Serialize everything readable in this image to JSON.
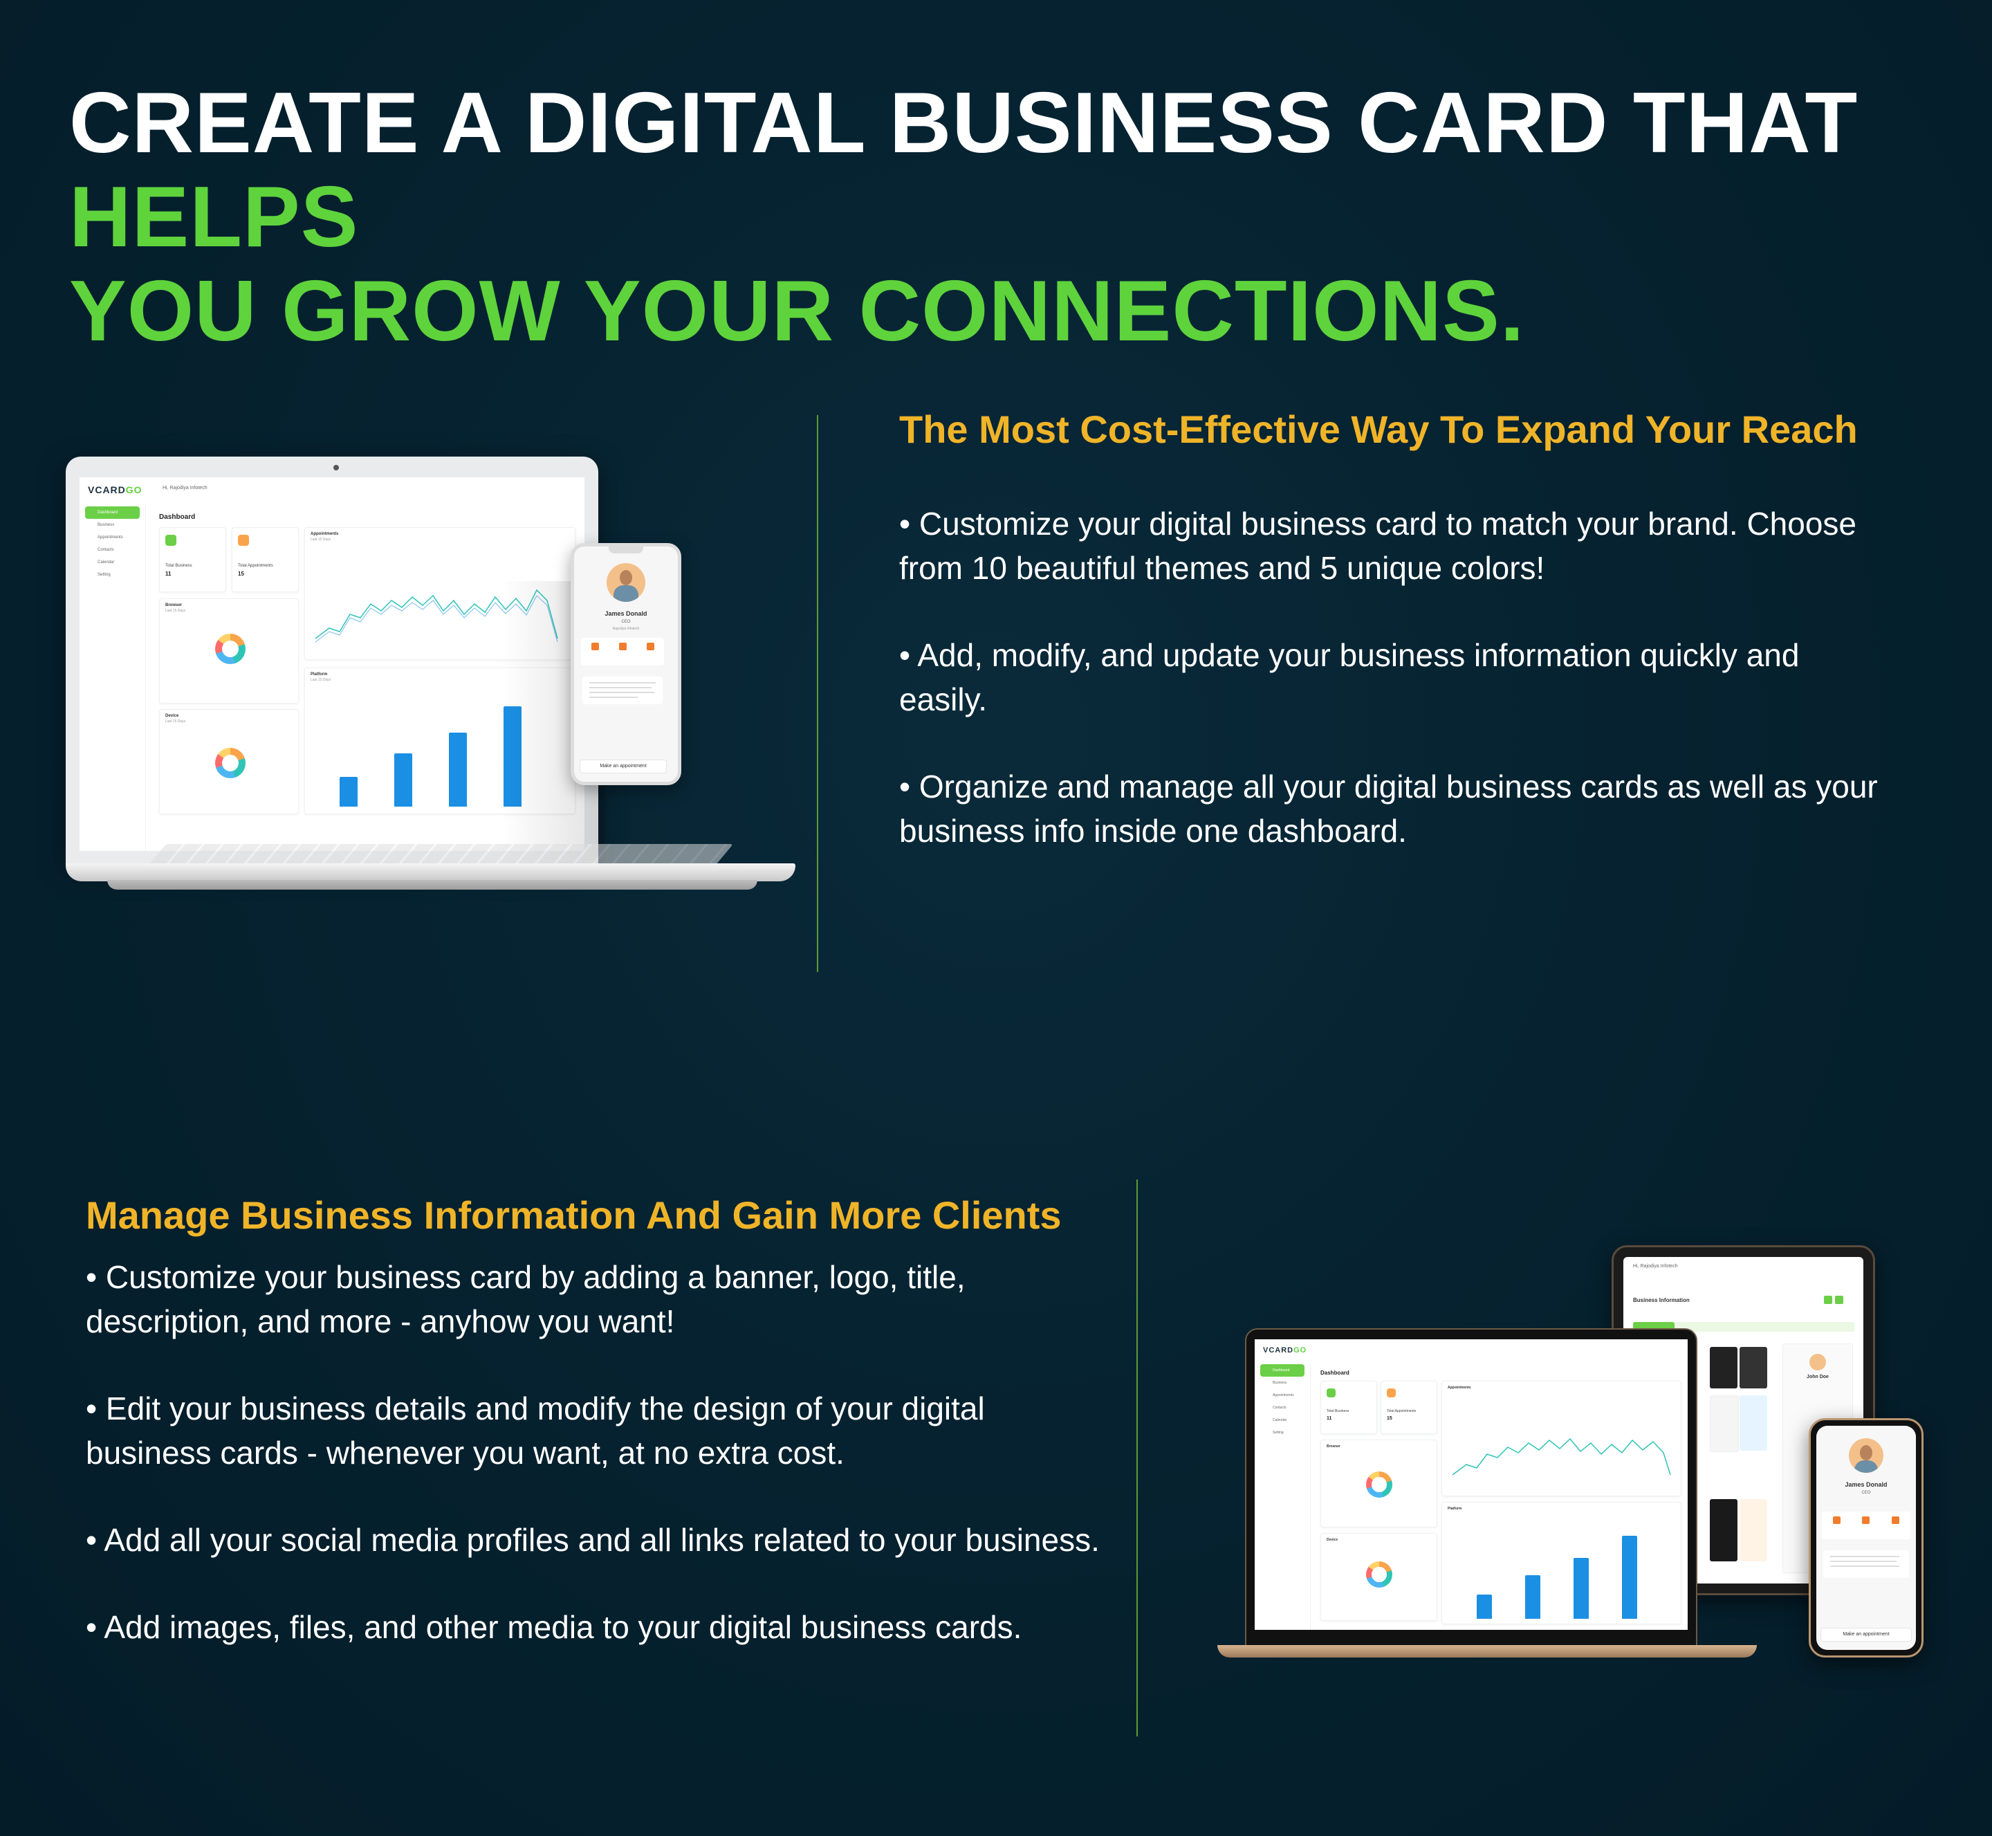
{
  "headline": {
    "part1": "CREATE A DIGITAL BUSINESS CARD THAT ",
    "part2": "HELPS",
    "part3": "YOU GROW YOUR CONNECTIONS."
  },
  "section1": {
    "title": "The Most Cost-Effective Way To Expand Your Reach",
    "bullets": [
      "• Customize your digital business card to match your brand. Choose from 10 beautiful themes and 5 unique colors!",
      "• Add, modify, and update your business information quickly and easily.",
      "• Organize and manage all your digital business cards as well as your business info inside one dashboard."
    ]
  },
  "section2": {
    "title": "Manage Business Information And Gain More Clients",
    "bullets": [
      "• Customize your business card by adding a banner, logo, title, description, and more - anyhow you want!",
      "• Edit your business details and modify the design of your digital business cards - whenever you want, at no extra cost.",
      "• Add all your social media profiles and all links related to your business.",
      "• Add images, files, and other media to your digital business cards."
    ]
  },
  "mockup": {
    "logo_main": "VCARD",
    "logo_accent": "GO",
    "user": "Hi, Rajodiya Infotech",
    "dashboard_title": "Dashboard",
    "sidebar": [
      "Dashboard",
      "Business",
      "Appointments",
      "Contacts",
      "Calendar",
      "Setting"
    ],
    "stat1_label": "Total Business",
    "stat1_value": "11",
    "stat2_label": "Total Appointments",
    "stat2_value": "15",
    "appointments_title": "Appointments",
    "browser_title": "Browser",
    "device_title": "Device",
    "platform_title": "Platform",
    "period": "Last 15 Days",
    "card_name": "James Donald",
    "card_role": "CEO",
    "card_sub": "Rajodiya Infotech",
    "card_button": "Make an appointment",
    "card2_name": "John Doe",
    "business_info": "Business Information",
    "phone2_name": "James Donald",
    "platform_bars": [
      0.28,
      0.5,
      0.7,
      0.95
    ]
  },
  "colors": {
    "accent_green": "#5fd33c",
    "accent_gold": "#f0b429",
    "background": "#052230"
  }
}
